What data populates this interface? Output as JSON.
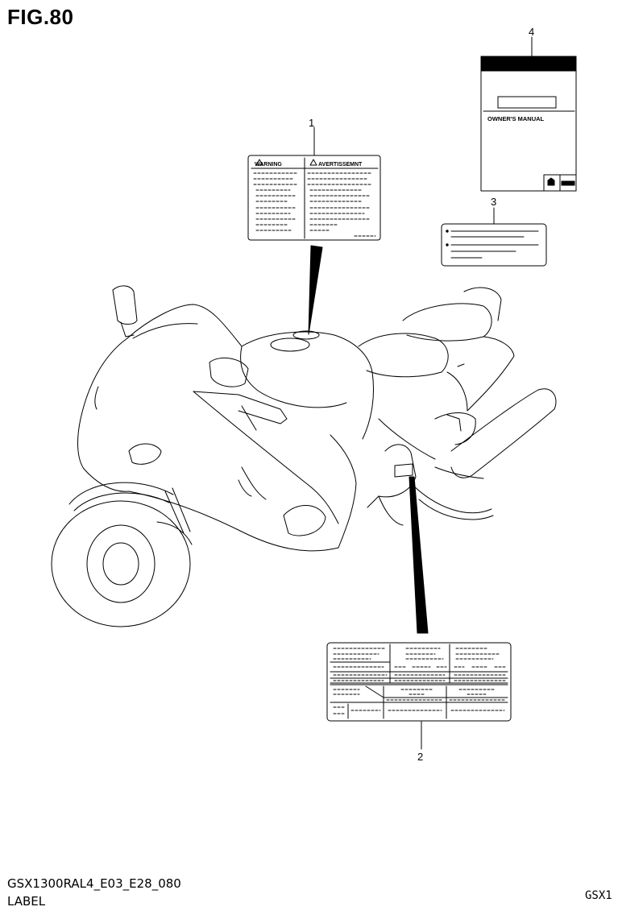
{
  "figure": {
    "title": "FIG.80"
  },
  "callouts": {
    "label_1": "1",
    "label_2": "2",
    "label_3": "3",
    "label_4": "4"
  },
  "warning_label": {
    "warning_text": "WARNING",
    "avertissement_text": "AVERTISSEMNT"
  },
  "manual": {
    "title": "OWNER'S MANUAL"
  },
  "footer": {
    "code": "GSX1300RAL4_E03_E28_080",
    "name": "LABEL",
    "right_code": "GSX1"
  }
}
